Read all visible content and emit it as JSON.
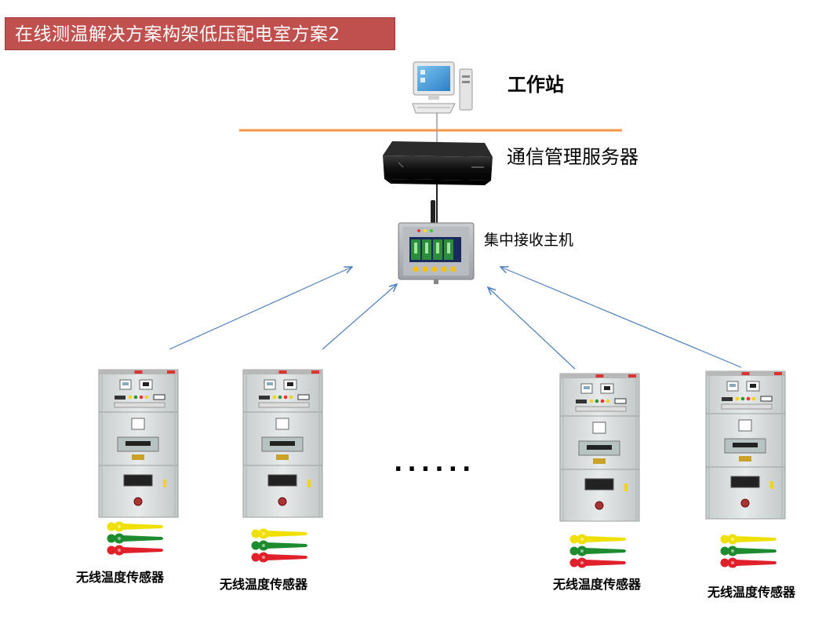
{
  "title": "在线测温解决方案构架低压配电室方案2",
  "workstation": {
    "label": "工作站"
  },
  "server": {
    "label": "通信管理服务器"
  },
  "receiver": {
    "label": "集中接收主机"
  },
  "cabinets": [
    {
      "sensor_label": "无线温度传感器"
    },
    {
      "sensor_label": "无线温度传感器"
    },
    {
      "sensor_label": "无线温度传感器"
    },
    {
      "sensor_label": "无线温度传感器"
    }
  ],
  "ellipsis": "......",
  "colors": {
    "title_bg": "#c0504d",
    "network_line": "#f79646",
    "arrow": "#4f81bd",
    "cabinet_body": "#dfe3e3",
    "cabinet_panel": "#c9cfcf",
    "sensor_yellow": "#f0e000",
    "sensor_green": "#1e8c2e",
    "sensor_red": "#e0202a"
  }
}
